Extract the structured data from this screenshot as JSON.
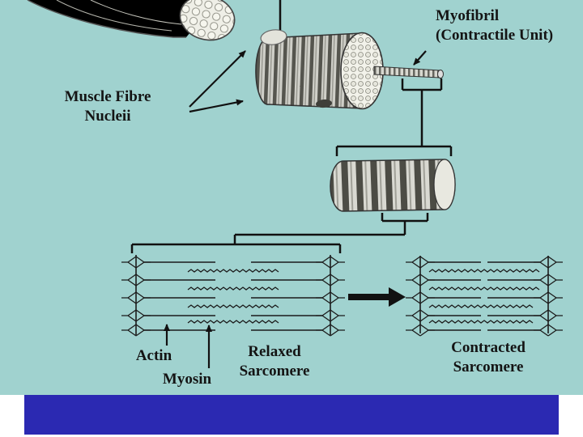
{
  "slide": {
    "type": "presentation-slide-muscle-diagram",
    "colors": {
      "background": "#a0d2cf",
      "footer_bar": "#2b29b2",
      "ink": "#141414"
    },
    "labels": {
      "myofibril_line1": "Myofibril",
      "myofibril_line2": "(Contractile Unit)",
      "muscle_fibre_line1": "Muscle Fibre",
      "muscle_fibre_line2": "Nucleii",
      "actin": "Actin",
      "myosin": "Myosin",
      "relaxed_line1": "Relaxed",
      "relaxed_line2": "Sarcomere",
      "contracted_line1": "Contracted",
      "contracted_line2": "Sarcomere"
    }
  }
}
